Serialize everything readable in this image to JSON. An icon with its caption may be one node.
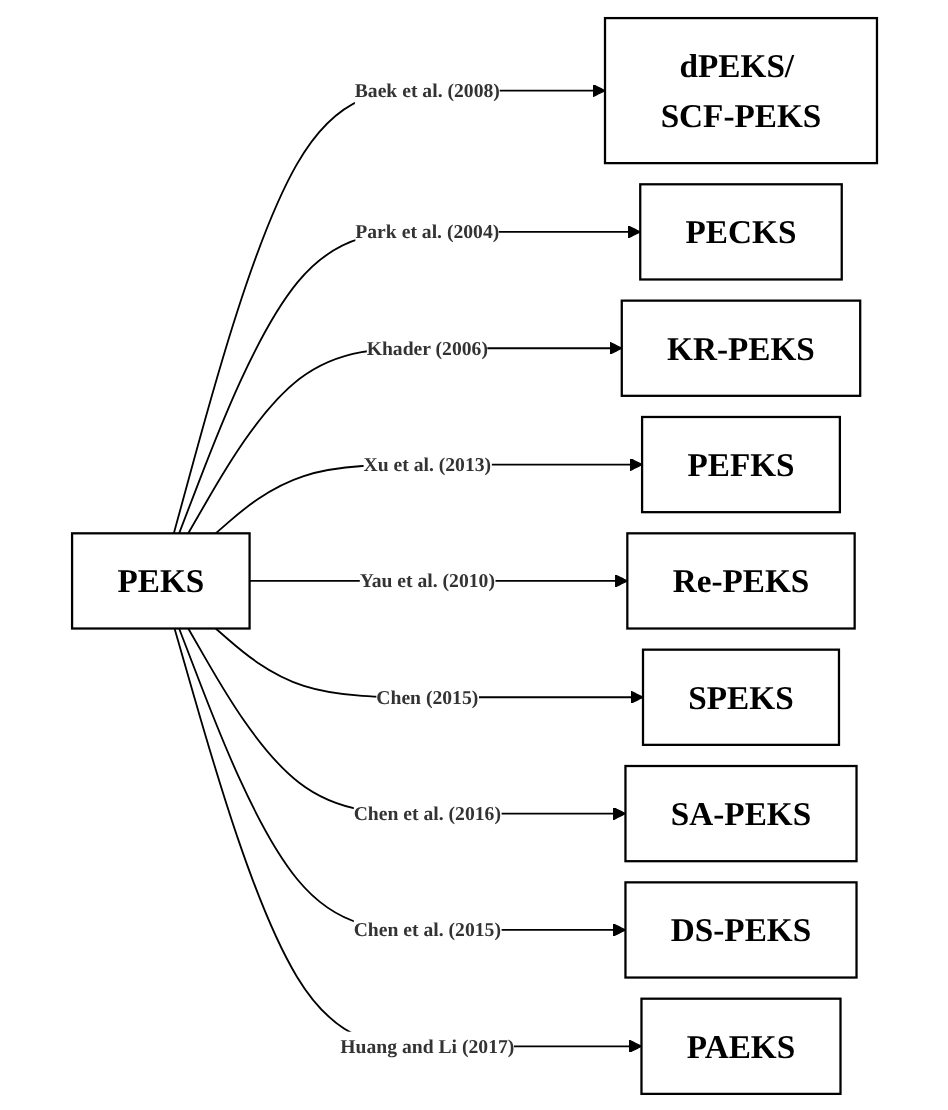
{
  "diagram": {
    "nodes": [
      {
        "text": [
          "PEKS"
        ]
      },
      {
        "text": [
          "dPEKS/ SCF-PEKS"
        ]
      },
      {
        "text": [
          "PECKS"
        ]
      },
      {
        "text": [
          "KR-PEKS"
        ]
      },
      {
        "text": [
          "PEFKS"
        ]
      },
      {
        "text": [
          "Re-PEKS"
        ]
      },
      {
        "text": [
          "SPEKS"
        ]
      },
      {
        "text": [
          "SA-PEKS"
        ]
      },
      {
        "text": [
          "DS-PEKS"
        ]
      },
      {
        "text": [
          "PAEKS"
        ]
      }
    ],
    "edges": [
      {
        "from": 0,
        "to": 1,
        "arrow": "to",
        "label": "Baek et al. (2008)"
      },
      {
        "from": 0,
        "to": 2,
        "arrow": "to",
        "label": "Park et al. (2004)"
      },
      {
        "from": 0,
        "to": 3,
        "arrow": "to",
        "label": "Khader (2006)"
      },
      {
        "from": 0,
        "to": 4,
        "arrow": "to",
        "label": "Xu et al. (2013)"
      },
      {
        "from": 0,
        "to": 5,
        "arrow": "to",
        "label": "Yau et al. (2010)"
      },
      {
        "from": 0,
        "to": 6,
        "arrow": "to",
        "label": "Chen (2015)"
      },
      {
        "from": 0,
        "to": 7,
        "arrow": "to",
        "label": "Chen et al. (2016)"
      },
      {
        "from": 0,
        "to": 8,
        "arrow": "to",
        "label": "Chen et al. (2015)"
      },
      {
        "from": 0,
        "to": 9,
        "arrow": "to",
        "label": "Huang and Li (2017)"
      }
    ]
  }
}
